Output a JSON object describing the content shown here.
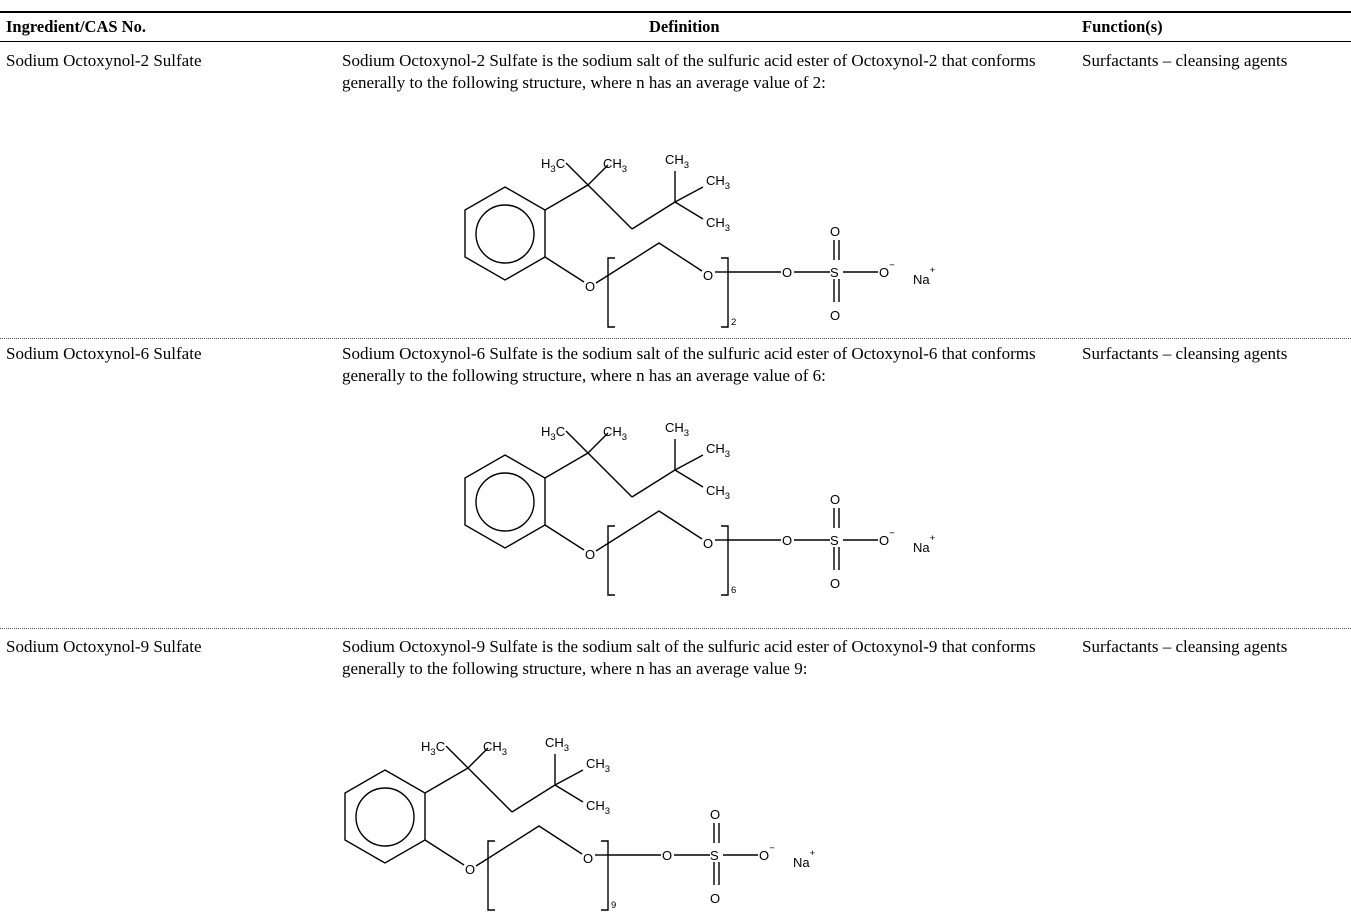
{
  "table": {
    "headers": {
      "ingredient": "Ingredient/CAS No.",
      "definition": "Definition",
      "functions": "Function(s)"
    },
    "rows": [
      {
        "ingredient": "Sodium Octoxynol-2 Sulfate",
        "definition": "Sodium Octoxynol-2 Sulfate is the sodium salt of the sulfuric acid ester of Octoxynol-2 that conforms generally to the following structure, where n has an average value of 2:",
        "function": "Surfactants – cleansing agents",
        "structure": {
          "h3c": "H",
          "h3c_sub": "3",
          "h3c_tail": "C",
          "ch3": "CH",
          "ch3_sub": "3",
          "o": "O",
          "s": "S",
          "o_minus": "O",
          "minus": "−",
          "na": "Na",
          "plus": "+",
          "n": "2"
        }
      },
      {
        "ingredient": "Sodium Octoxynol-6 Sulfate",
        "definition": "Sodium Octoxynol-6 Sulfate is the sodium salt of the sulfuric acid ester of Octoxynol-6 that conforms generally to the following structure, where n has an average value of 6:",
        "function": "Surfactants – cleansing agents",
        "structure": {
          "h3c": "H",
          "h3c_sub": "3",
          "h3c_tail": "C",
          "ch3": "CH",
          "ch3_sub": "3",
          "o": "O",
          "s": "S",
          "o_minus": "O",
          "minus": "−",
          "na": "Na",
          "plus": "+",
          "n": "6"
        }
      },
      {
        "ingredient": "Sodium Octoxynol-9 Sulfate",
        "definition": "Sodium Octoxynol-9 Sulfate is the sodium salt of the sulfuric acid ester of Octoxynol-9 that conforms generally to the following structure, where n has an average value 9:",
        "function": "Surfactants – cleansing agents",
        "structure": {
          "h3c": "H",
          "h3c_sub": "3",
          "h3c_tail": "C",
          "ch3": "CH",
          "ch3_sub": "3",
          "o": "O",
          "s": "S",
          "o_minus": "O",
          "minus": "−",
          "na": "Na",
          "plus": "+",
          "n": "9"
        }
      }
    ]
  }
}
